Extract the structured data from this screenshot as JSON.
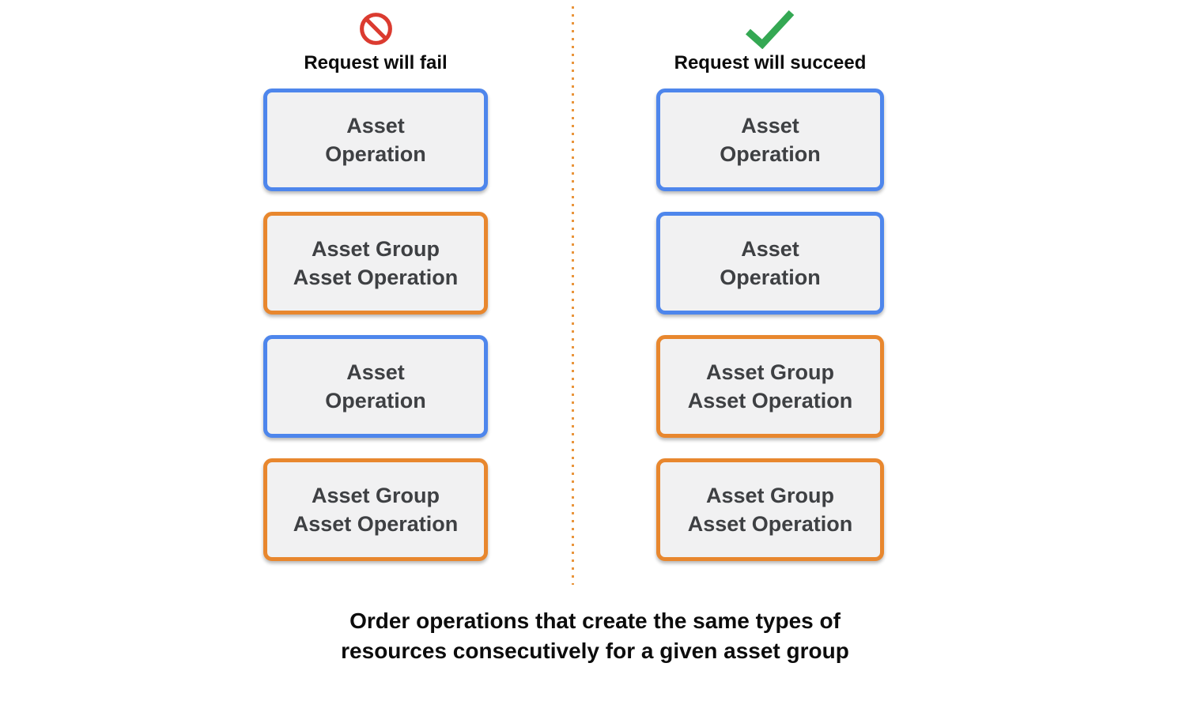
{
  "columns": [
    {
      "header": "Request will fail",
      "icon": "prohibition-icon",
      "boxes": [
        {
          "line1": "Asset",
          "line2": "Operation",
          "style": "blue"
        },
        {
          "line1": "Asset Group",
          "line2": "Asset Operation",
          "style": "orange"
        },
        {
          "line1": "Asset",
          "line2": "Operation",
          "style": "blue"
        },
        {
          "line1": "Asset Group",
          "line2": "Asset Operation",
          "style": "orange"
        }
      ]
    },
    {
      "header": "Request will succeed",
      "icon": "check-icon",
      "boxes": [
        {
          "line1": "Asset",
          "line2": "Operation",
          "style": "blue"
        },
        {
          "line1": "Asset",
          "line2": "Operation",
          "style": "blue"
        },
        {
          "line1": "Asset Group",
          "line2": "Asset Operation",
          "style": "orange"
        },
        {
          "line1": "Asset Group",
          "line2": "Asset Operation",
          "style": "orange"
        }
      ]
    }
  ],
  "caption": {
    "line1": "Order operations that create the same types of",
    "line2": "resources consecutively for a given asset group"
  },
  "colors": {
    "blue_border": "#4e86ec",
    "orange_border": "#e8872e",
    "box_background": "#f1f1f2",
    "box_text": "#3e4043",
    "fail_icon_red": "#db3b30",
    "success_icon_green": "#34a853",
    "divider_orange": "#e9953c",
    "heading_text": "#0c0c0c"
  }
}
